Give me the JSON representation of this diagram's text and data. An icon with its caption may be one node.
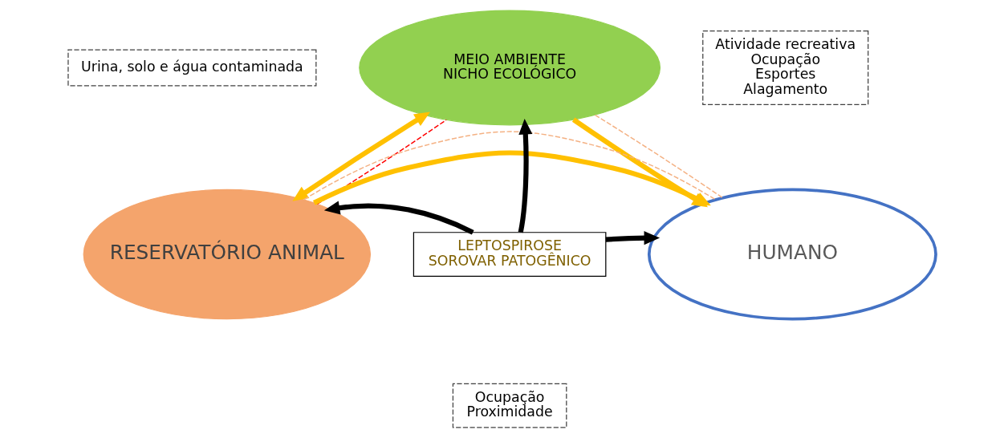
{
  "diagram": {
    "nodes": [
      {
        "text": [
          "MEIO AMBIENTE",
          "NICHO ECOLÓGICO"
        ]
      },
      {
        "text": [
          "Urina, solo e água contaminada"
        ]
      },
      {
        "text": [
          "Atividade recreativa",
          "Ocupação",
          "Esportes",
          "Alagamento"
        ]
      },
      {
        "text": [
          "RESERVATÓRIO ANIMAL"
        ]
      },
      {
        "text": [
          "LEPTOSPIROSE",
          "SOROVAR PATOGÊNICO"
        ]
      },
      {
        "text": [
          "HUMANO"
        ]
      },
      {
        "text": [
          "Ocupação",
          "Proximidade"
        ]
      }
    ],
    "edges": [
      {
        "from": 3,
        "to": 0,
        "arrow": "both",
        "color": "#ffc000"
      },
      {
        "from": 0,
        "to": 5,
        "arrow": "to",
        "color": "#ffc000"
      },
      {
        "from": 3,
        "to": 5,
        "arrow": "to",
        "color": "#ffc000"
      },
      {
        "from": 4,
        "to": 0,
        "arrow": "to",
        "color": "#000000"
      },
      {
        "from": 4,
        "to": 3,
        "arrow": "to",
        "color": "#000000"
      },
      {
        "from": 4,
        "to": 5,
        "arrow": "to",
        "color": "#000000"
      },
      {
        "from": 3,
        "to": 0,
        "arrow": "none",
        "style": "dashed",
        "color": "#ff0000"
      },
      {
        "from": 0,
        "to": 5,
        "arrow": "none",
        "style": "dashed",
        "color": "#f4b183"
      },
      {
        "from": 3,
        "to": 5,
        "arrow": "none",
        "style": "dashed",
        "color": "#f4b183"
      }
    ]
  }
}
